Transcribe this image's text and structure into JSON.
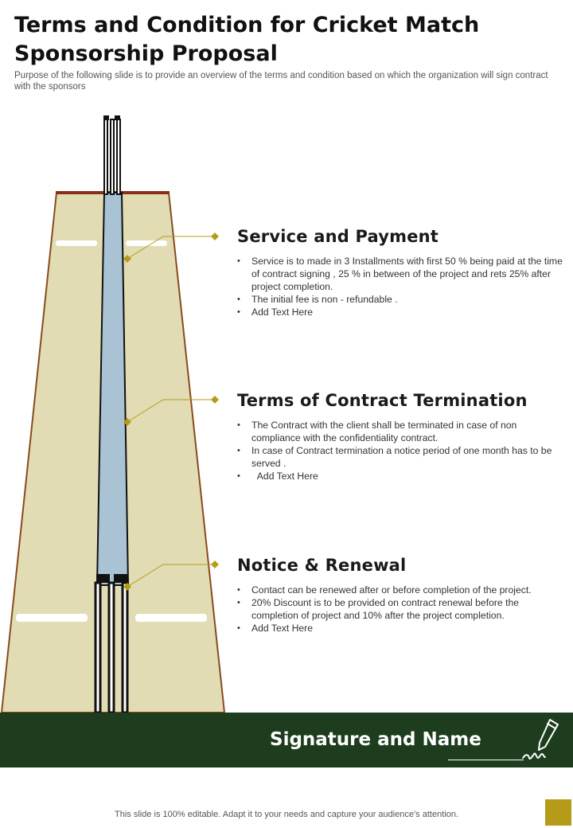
{
  "header": {
    "title": "Terms and Condition for Cricket Match Sponsorship Proposal",
    "subtitle": "Purpose of the following slide is to provide an overview of the  terms and condition based on which the organization will sign contract with the sponsors"
  },
  "sections": [
    {
      "title": "Service and Payment",
      "bullets": [
        "Service  is to made in 3 Installments with first 50 % being paid at the time of  contract signing  , 25  % in between  of the project and rets 25% after project completion.",
        "The initial fee is non - refundable  .",
        "Add Text Here"
      ]
    },
    {
      "title": "Terms of Contract Termination",
      "bullets": [
        "The Contract with the client shall be terminated in case of non compliance with the confidentiality contract.",
        "In case of Contract termination a notice period of one month has to be served  .",
        "  Add Text Here"
      ]
    },
    {
      "title": "Notice & Renewal",
      "bullets": [
        "Contact can be renewed  after or before  completion of the project.",
        "20% Discount is to be provided  on contract renewal  before the completion of project and 10% after the project completion.",
        "Add Text Here"
      ]
    }
  ],
  "signature": {
    "label": "Signature and Name",
    "icon": "pen-signature-icon"
  },
  "footer": {
    "note": "This slide is 100% editable. Adapt it to your needs and capture your audience's attention."
  },
  "colors": {
    "pitch": "#e1dcb4",
    "pitch_border": "#8a4a1e",
    "pitch_strip": "#a9c3d4",
    "connector": "#b59b17",
    "signature_bar": "#1e3d1e",
    "accent_square": "#b59b17"
  }
}
